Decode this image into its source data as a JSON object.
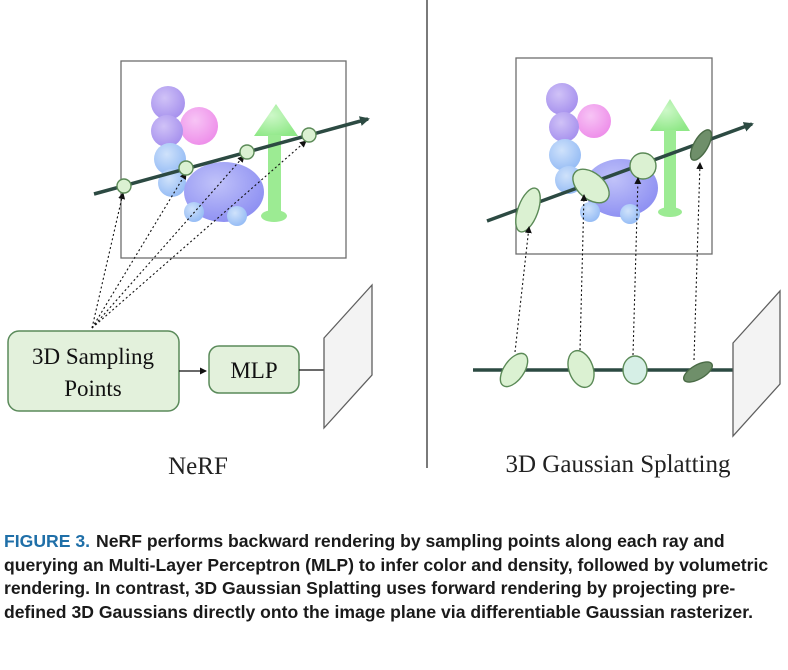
{
  "nerf": {
    "title": "NeRF",
    "sampling_label_line1": "3D Sampling",
    "sampling_label_line2": "Points",
    "mlp_label": "MLP"
  },
  "gs": {
    "title": "3D Gaussian Splatting"
  },
  "caption": {
    "label": "FIGURE 3.",
    "text": "NeRF performs backward rendering by sampling points along each ray and querying an Multi-Layer Perceptron (MLP) to infer color and density, followed by volumetric rendering. In contrast, 3D Gaussian Splatting uses forward rendering by projecting pre-defined 3D Gaussians directly onto the image plane via differentiable Gaussian rasterizer."
  },
  "colors": {
    "ray": "#2c4a42",
    "box_fill": "#e3f1dc",
    "box_stroke": "#5a8a5a",
    "pink": "#f2a0ee",
    "purple": "#b9a3f0",
    "blue": "#a7c8f7",
    "green": "#a6ef9f",
    "blob": "#9fa0f4",
    "caption_label": "#1f6fa8"
  }
}
